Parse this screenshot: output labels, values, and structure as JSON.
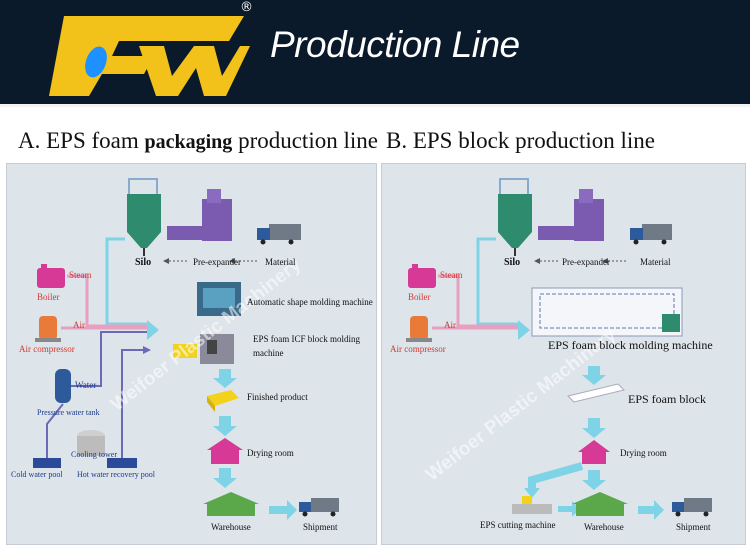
{
  "header": {
    "brand_mark": "FW",
    "registered": "®",
    "title": "Production Line"
  },
  "section_a": {
    "title_prefix": "A. EPS foam",
    "title_bold": "packaging",
    "title_suffix": "production line",
    "labels": {
      "silo": "Silo",
      "pre_expander": "Pre-expander",
      "material": "Material",
      "steam": "Steam",
      "boiler": "Boiler",
      "air": "Air",
      "air_compressor": "Air compressor",
      "water": "Water",
      "pressure_water_tank": "Pressure water tank",
      "cooling_tower": "Cooling tower",
      "cold_water_pool": "Cold water pool",
      "hot_water_recovery_pool": "Hot water recovery pool",
      "auto_shape_molding": "Automatic shape molding machine",
      "icf_block_molding_1": "EPS foam ICF block molding",
      "icf_block_molding_2": "machine",
      "finished_product": "Finished product",
      "drying_room": "Drying room",
      "warehouse": "Warehouse",
      "shipment": "Shipment"
    },
    "watermark": "Weifoer Plastic Machinery"
  },
  "section_b": {
    "title": "B. EPS block production line",
    "labels": {
      "silo": "Silo",
      "pre_expander": "Pre-expander",
      "material": "Material",
      "steam": "Steam",
      "boiler": "Boiler",
      "air": "Air",
      "air_compressor": "Air compressor",
      "block_molding_machine": "EPS foam block molding machine",
      "foam_block": "EPS foam block",
      "drying_room": "Drying room",
      "cutting_machine": "EPS cutting machine",
      "warehouse": "Warehouse",
      "shipment": "Shipment"
    },
    "watermark": "Weifoer Plastic Machinery"
  },
  "colors": {
    "header_bg": "#0a1a2a",
    "logo_yellow": "#f2c21b",
    "panel_bg": "#dde4ea",
    "arrow_cyan": "#7fd3e6",
    "pipe_pink": "#e8a0c0",
    "pipe_purple": "#6a6ab8",
    "silo_green": "#2e8b6e",
    "machine_purple": "#7a5bb0",
    "drying_magenta": "#d63a96",
    "warehouse_green": "#5aa84a",
    "truck_blue": "#2c5a9a",
    "text_red": "#d7382f"
  }
}
